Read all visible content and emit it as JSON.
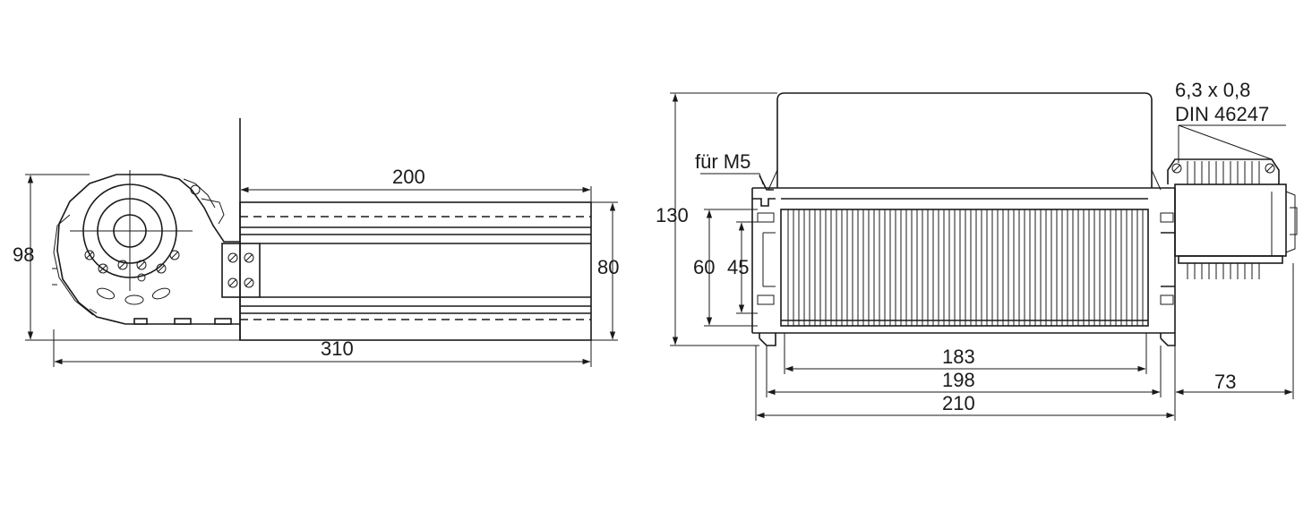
{
  "left_view": {
    "dims": {
      "height_total": "98",
      "length_body": "200",
      "height_body": "80",
      "length_total": "310"
    }
  },
  "right_view": {
    "dims": {
      "height_total": "130",
      "slot_spacing_outer": "60",
      "slot_spacing_inner": "45",
      "width_fins": "183",
      "width_slots": "198",
      "width_total": "210",
      "motor_depth": "73"
    },
    "notes": {
      "mount_thread": "für M5",
      "terminal_size": "6,3 x 0,8",
      "terminal_standard": "DIN 46247"
    }
  }
}
